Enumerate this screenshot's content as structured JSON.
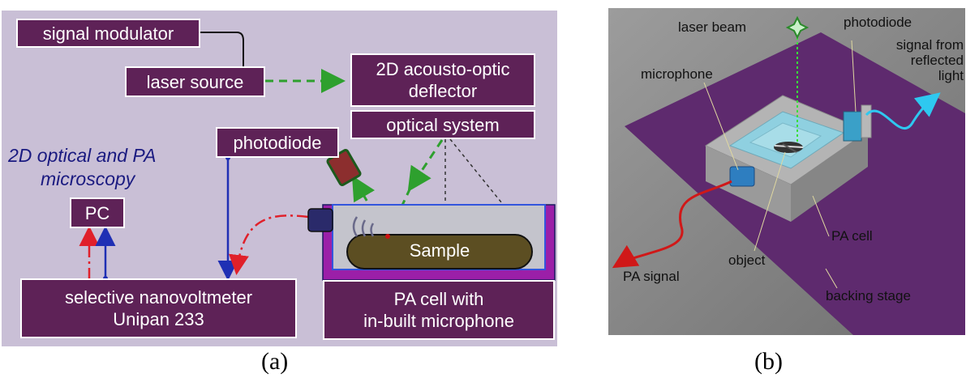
{
  "panel_a": {
    "boxes": {
      "signal_modulator": "signal modulator",
      "laser_source": "laser source",
      "deflector_line1": "2D acousto-optic",
      "deflector_line2": "deflector",
      "optical_system": "optical system",
      "photodiode": "photodiode",
      "pc": "PC",
      "nanovoltmeter_line1": "selective nanovoltmeter",
      "nanovoltmeter_line2": "Unipan 233",
      "pa_cell_line1": "PA cell with",
      "pa_cell_line2": "in-built microphone",
      "sample": "Sample"
    },
    "microscopy_line1": "2D optical and PA",
    "microscopy_line2": "microscopy",
    "caption": "(a)"
  },
  "panel_b": {
    "labels": {
      "laser_beam": "laser beam",
      "photodiode": "photodiode",
      "signal_line1": "signal from",
      "signal_line2": "reflected",
      "signal_line3": "light",
      "microphone": "microphone",
      "pa_cell": "PA cell",
      "pa_signal": "PA signal",
      "object": "object",
      "backing_stage": "backing stage"
    },
    "caption": "(b)"
  },
  "colors": {
    "box_fill": "#5e2257",
    "background_a": "#c9bfd6",
    "laser_green": "#2ea02e",
    "signal_blue": "#1f2fb4",
    "signal_red": "#e0202a",
    "cell_border": "#9b1fa8"
  }
}
